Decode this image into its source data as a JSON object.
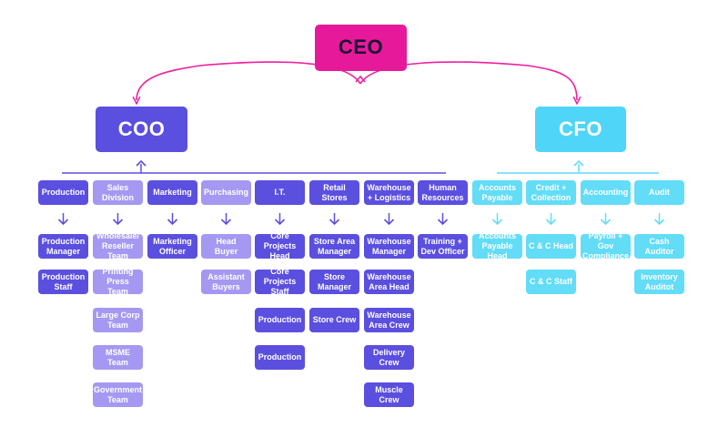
{
  "colors": {
    "ceo": "#e6199b",
    "coo": "#5b4fe0",
    "cfo": "#4fd5f7",
    "dark_purple": "#5b4fe0",
    "light_purple": "#a598f2",
    "cyan": "#63dcf7",
    "magenta_line": "#ef1fa3",
    "purple_line": "#5b4fe0",
    "cyan_line": "#63dcf7"
  },
  "ceo": {
    "label": "CEO"
  },
  "coo": {
    "label": "COO"
  },
  "cfo": {
    "label": "CFO"
  },
  "departments": [
    {
      "label": "Production",
      "branch": "coo",
      "shade": "dark",
      "roles": [
        {
          "label": "Production Manager",
          "shade": "dark"
        },
        {
          "label": "Production Staff",
          "shade": "dark"
        }
      ]
    },
    {
      "label": "Sales Division",
      "branch": "coo",
      "shade": "light",
      "roles": [
        {
          "label": "Wholesale/ Reseller Team",
          "shade": "light"
        },
        {
          "label": "Printing Press Team",
          "shade": "light"
        },
        {
          "label": "Large Corp Team",
          "shade": "light"
        },
        {
          "label": "MSME Team",
          "shade": "light"
        },
        {
          "label": "Government Team",
          "shade": "light"
        }
      ]
    },
    {
      "label": "Marketing",
      "branch": "coo",
      "shade": "dark",
      "roles": [
        {
          "label": "Marketing Officer",
          "shade": "dark"
        }
      ]
    },
    {
      "label": "Purchasing",
      "branch": "coo",
      "shade": "light",
      "roles": [
        {
          "label": "Head Buyer",
          "shade": "light"
        },
        {
          "label": "Assistant Buyers",
          "shade": "light"
        }
      ]
    },
    {
      "label": "I.T.",
      "branch": "coo",
      "shade": "dark",
      "roles": [
        {
          "label": "Core Projects Head",
          "shade": "dark"
        },
        {
          "label": "Core Projects Staff",
          "shade": "dark"
        },
        {
          "label": "Production",
          "shade": "dark"
        },
        {
          "label": "Production",
          "shade": "dark"
        }
      ]
    },
    {
      "label": "Retail Stores",
      "branch": "coo",
      "shade": "dark",
      "roles": [
        {
          "label": "Store Area Manager",
          "shade": "dark"
        },
        {
          "label": "Store Manager",
          "shade": "dark"
        },
        {
          "label": "Store Crew",
          "shade": "dark"
        }
      ]
    },
    {
      "label": "Warehouse + Logistics",
      "branch": "coo",
      "shade": "dark",
      "roles": [
        {
          "label": "Warehouse Manager",
          "shade": "dark"
        },
        {
          "label": "Warehouse Area Head",
          "shade": "dark"
        },
        {
          "label": "Warehouse Area Crew",
          "shade": "dark"
        },
        {
          "label": "Delivery Crew",
          "shade": "dark"
        },
        {
          "label": "Muscle Crew",
          "shade": "dark"
        }
      ]
    },
    {
      "label": "Human Resources",
      "branch": "coo",
      "shade": "dark",
      "roles": [
        {
          "label": "Training + Dev Officer",
          "shade": "dark"
        }
      ]
    },
    {
      "label": "Accounts Payable",
      "branch": "cfo",
      "shade": "cyan",
      "roles": [
        {
          "label": "Accounts Payable Head",
          "shade": "cyan"
        }
      ]
    },
    {
      "label": "Credit + Collection",
      "branch": "cfo",
      "shade": "cyan",
      "roles": [
        {
          "label": "C & C Head",
          "shade": "cyan"
        },
        {
          "label": "C & C Staff",
          "shade": "cyan"
        }
      ]
    },
    {
      "label": "Accounting",
      "branch": "cfo",
      "shade": "cyan",
      "roles": [
        {
          "label": "Payroll + Gov Compliance",
          "shade": "cyan"
        }
      ]
    },
    {
      "label": "Audit",
      "branch": "cfo",
      "shade": "cyan",
      "roles": [
        {
          "label": "Cash Auditor",
          "shade": "cyan"
        },
        {
          "label": "Inventory Auditot",
          "shade": "cyan"
        }
      ]
    }
  ]
}
